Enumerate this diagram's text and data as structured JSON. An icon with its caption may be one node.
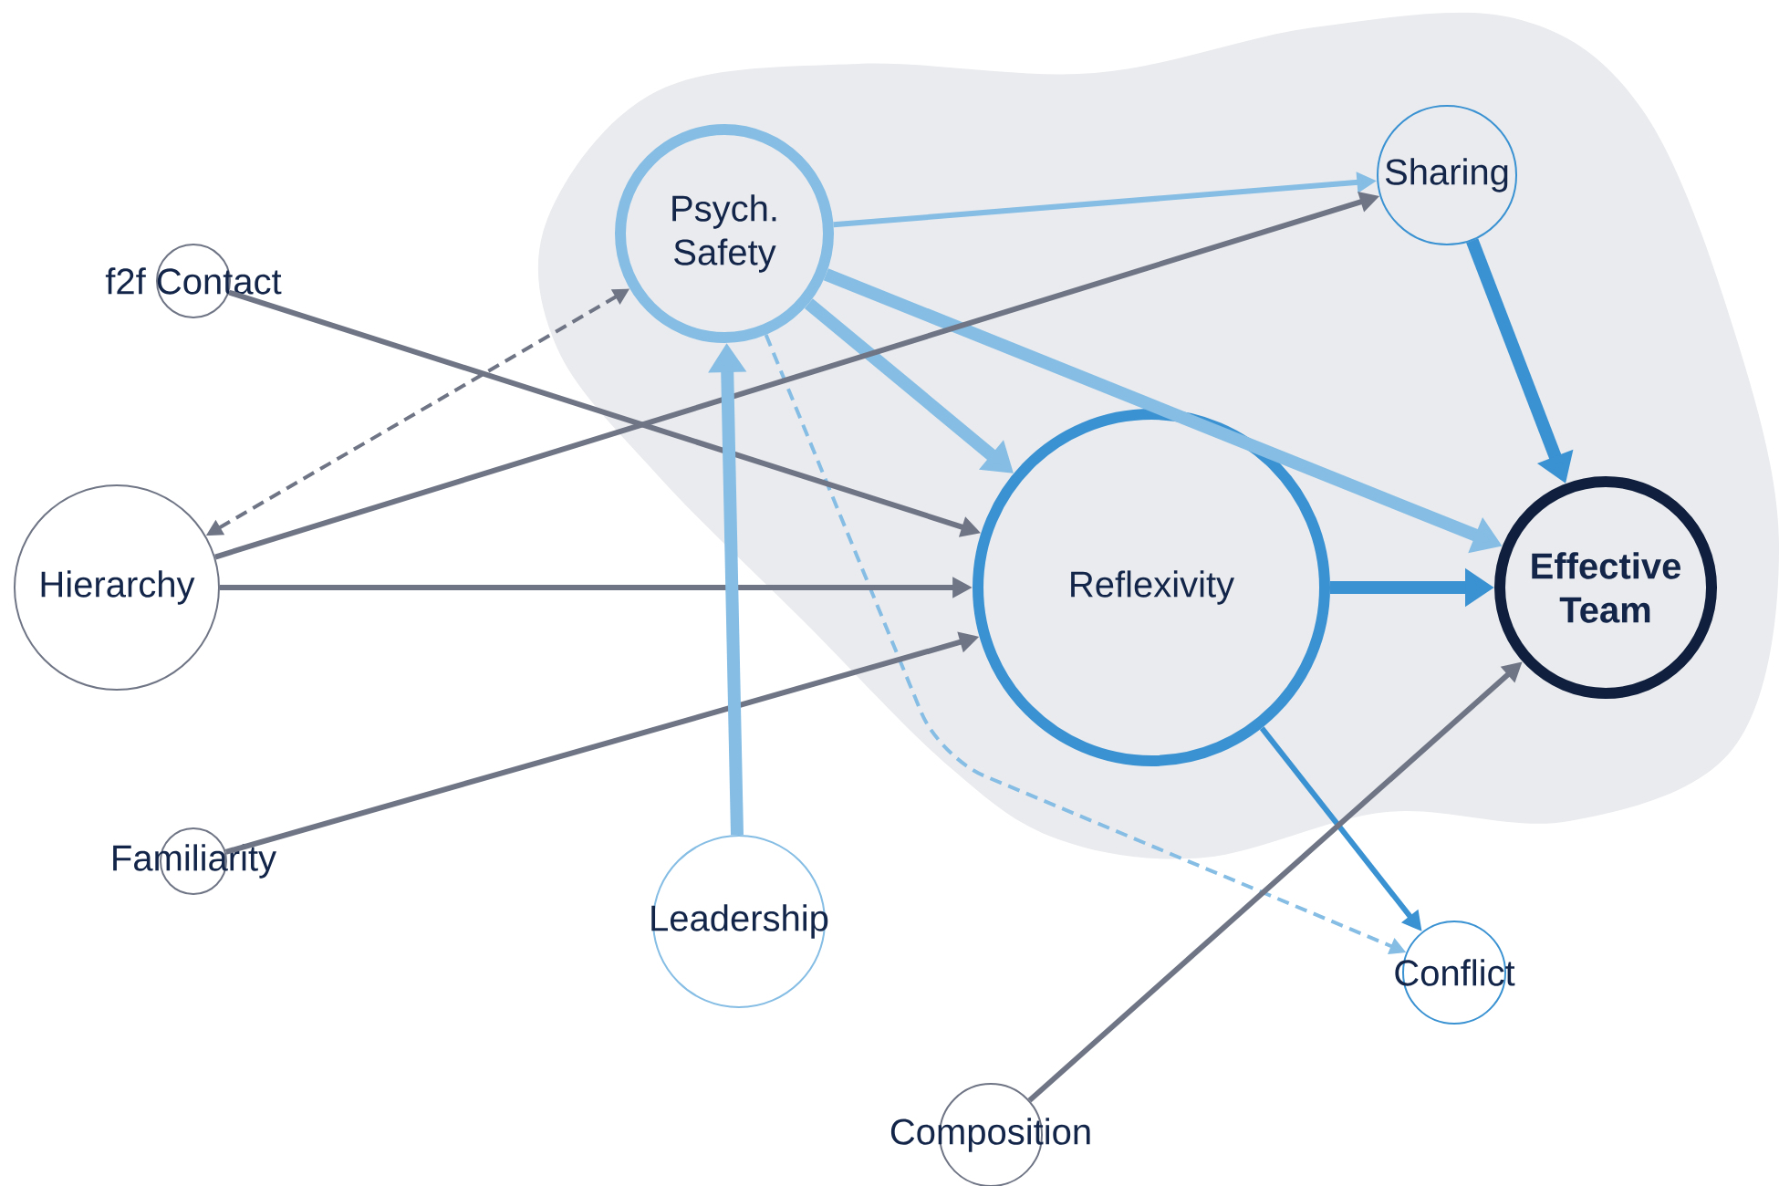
{
  "diagram": {
    "nodes": [
      {
        "text": [
          "Psych. Safety"
        ]
      },
      {
        "text": [
          "Sharing"
        ]
      },
      {
        "text": [
          "f2f Contact"
        ]
      },
      {
        "text": [
          "Hierarchy"
        ]
      },
      {
        "text": [
          "Reflexivity"
        ]
      },
      {
        "text": [
          "Effective Team"
        ]
      },
      {
        "text": [
          "Familiarity"
        ]
      },
      {
        "text": [
          "Leadership"
        ]
      },
      {
        "text": [
          "Conflict"
        ]
      },
      {
        "text": [
          "Composition"
        ]
      }
    ],
    "edges": [
      {
        "from": 0,
        "to": 1,
        "arrow": "to",
        "color": "#85bde4"
      },
      {
        "from": 0,
        "to": 4,
        "arrow": "to",
        "style": "thick",
        "color": "#85bde4"
      },
      {
        "from": 0,
        "to": 5,
        "arrow": "to",
        "style": "thick",
        "color": "#85bde4"
      },
      {
        "from": 0,
        "to": 8,
        "arrow": "to",
        "style": "dashed",
        "color": "#85bde4"
      },
      {
        "from": 1,
        "to": 5,
        "arrow": "to",
        "style": "thick",
        "color": "#3a92d2"
      },
      {
        "from": 2,
        "to": 4,
        "arrow": "to"
      },
      {
        "from": 3,
        "to": 0,
        "arrow": "both",
        "style": "dashed"
      },
      {
        "from": 3,
        "to": 1,
        "arrow": "to"
      },
      {
        "from": 3,
        "to": 4,
        "arrow": "to"
      },
      {
        "from": 6,
        "to": 4,
        "arrow": "to"
      },
      {
        "from": 7,
        "to": 0,
        "arrow": "to",
        "style": "thick",
        "color": "#85bde4"
      },
      {
        "from": 4,
        "to": 5,
        "arrow": "to",
        "style": "thick",
        "color": "#3a92d2"
      },
      {
        "from": 4,
        "to": 8,
        "arrow": "to",
        "color": "#3a92d2"
      },
      {
        "from": 9,
        "to": 5,
        "arrow": "to"
      }
    ]
  }
}
